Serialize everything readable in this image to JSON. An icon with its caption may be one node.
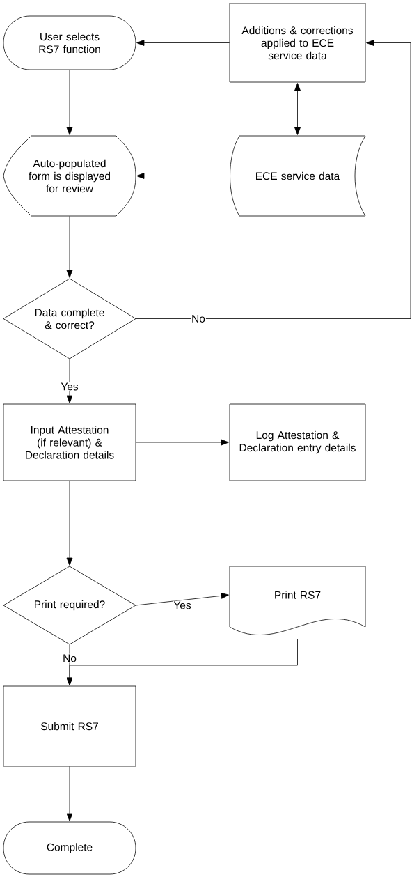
{
  "diagram": {
    "nodes": [
      {
        "text": [
          "User selects RS7 function"
        ]
      },
      {
        "text": [
          "Additions & corrections applied to ECE service data"
        ]
      },
      {
        "text": [
          "ECE service data"
        ]
      },
      {
        "text": [
          "Auto-populated form is displayed for review"
        ]
      },
      {
        "text": [
          "Data complete & correct?"
        ]
      },
      {
        "text": [
          "Input Attestation (if relevant) & Declaration details"
        ]
      },
      {
        "text": [
          "Log Attestation & Declaration entry details"
        ]
      },
      {
        "text": [
          "Print required?"
        ]
      },
      {
        "text": [
          "Print RS7"
        ]
      },
      {
        "text": [
          "Submit RS7"
        ]
      },
      {
        "text": [
          "Complete"
        ]
      }
    ],
    "edges": [
      {
        "from": 0,
        "to": 3,
        "arrow": "to"
      },
      {
        "from": 1,
        "to": 0,
        "arrow": "to"
      },
      {
        "from": 1,
        "to": 2,
        "arrow": "both"
      },
      {
        "from": 2,
        "to": 3,
        "arrow": "to"
      },
      {
        "from": 3,
        "to": 4,
        "arrow": "to"
      },
      {
        "from": 4,
        "to": 1,
        "arrow": "to",
        "label": "No"
      },
      {
        "from": 4,
        "to": 5,
        "arrow": "to",
        "label": "Yes"
      },
      {
        "from": 5,
        "to": 6,
        "arrow": "to"
      },
      {
        "from": 5,
        "to": 7,
        "arrow": "to"
      },
      {
        "from": 7,
        "to": 8,
        "arrow": "to",
        "label": "Yes"
      },
      {
        "from": 7,
        "to": 9,
        "arrow": "to",
        "label": "No"
      },
      {
        "from": 8,
        "to": 9,
        "arrow": "to"
      },
      {
        "from": 9,
        "to": 10,
        "arrow": "to"
      }
    ]
  }
}
